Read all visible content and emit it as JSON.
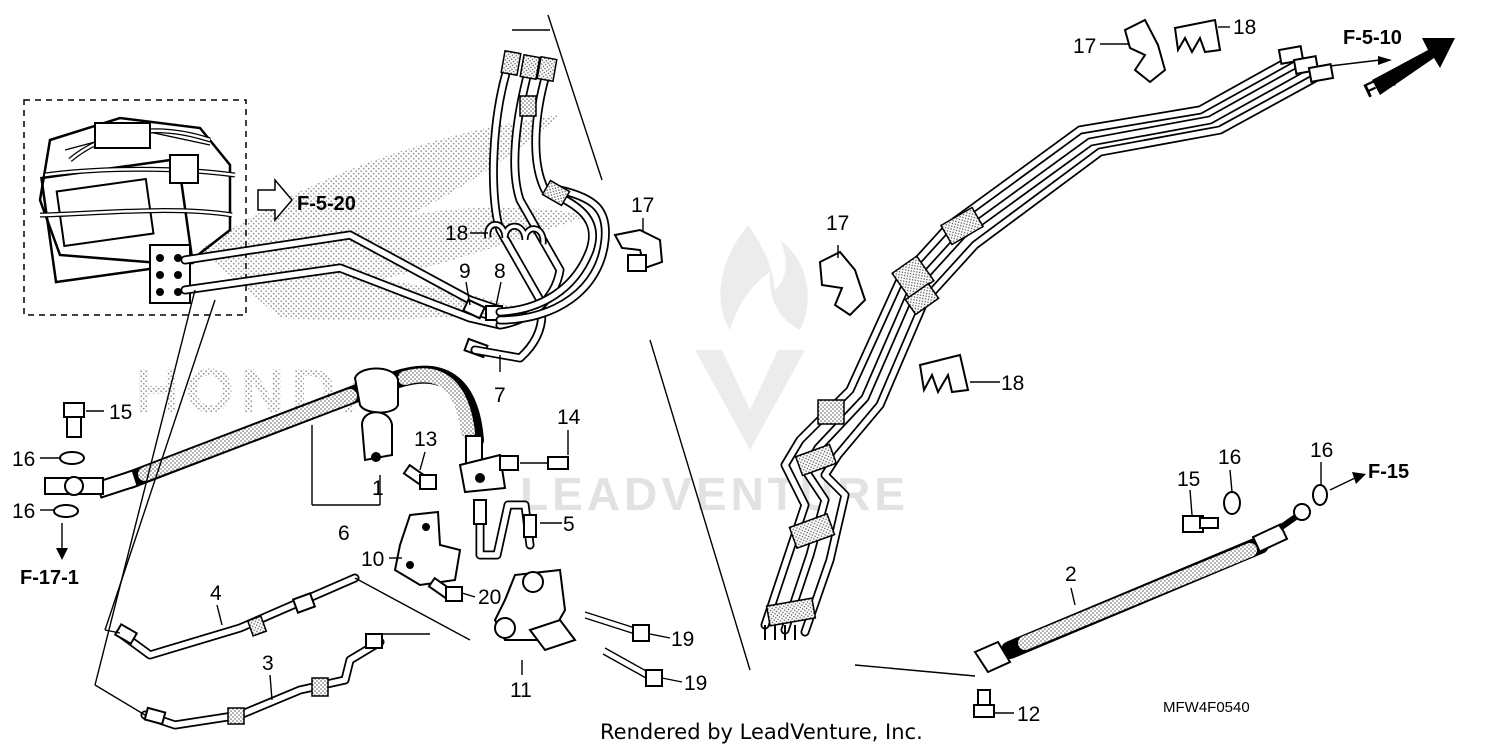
{
  "diagram": {
    "refs": {
      "f_5_20": "F-5-20",
      "f_5_10": "F-5-10",
      "f_17_1": "F-17-1",
      "f_15": "F-15",
      "front": "FR."
    },
    "callouts": {
      "n1": "1",
      "n2": "2",
      "n3": "3",
      "n4": "4",
      "n5": "5",
      "n6": "6",
      "n7": "7",
      "n8": "8",
      "n9": "9",
      "n10": "10",
      "n11": "11",
      "n12": "12",
      "n13": "13",
      "n14": "14",
      "n15_left": "15",
      "n15_right": "15",
      "n16_left_top": "16",
      "n16_left_bottom": "16",
      "n16_right_a": "16",
      "n16_right_b": "16",
      "n17_top": "17",
      "n17_mid_left": "17",
      "n17_mid_right": "17",
      "n18_top": "18",
      "n18_mid_left": "18",
      "n18_right": "18",
      "n19_upper": "19",
      "n19_lower": "19",
      "n20": "20"
    },
    "drawing_code": "MFW4F0540",
    "footer_text": "Rendered by LeadVenture, Inc.",
    "watermark_text": "LEADVENTURE",
    "background_logo_text": "HONDA"
  }
}
